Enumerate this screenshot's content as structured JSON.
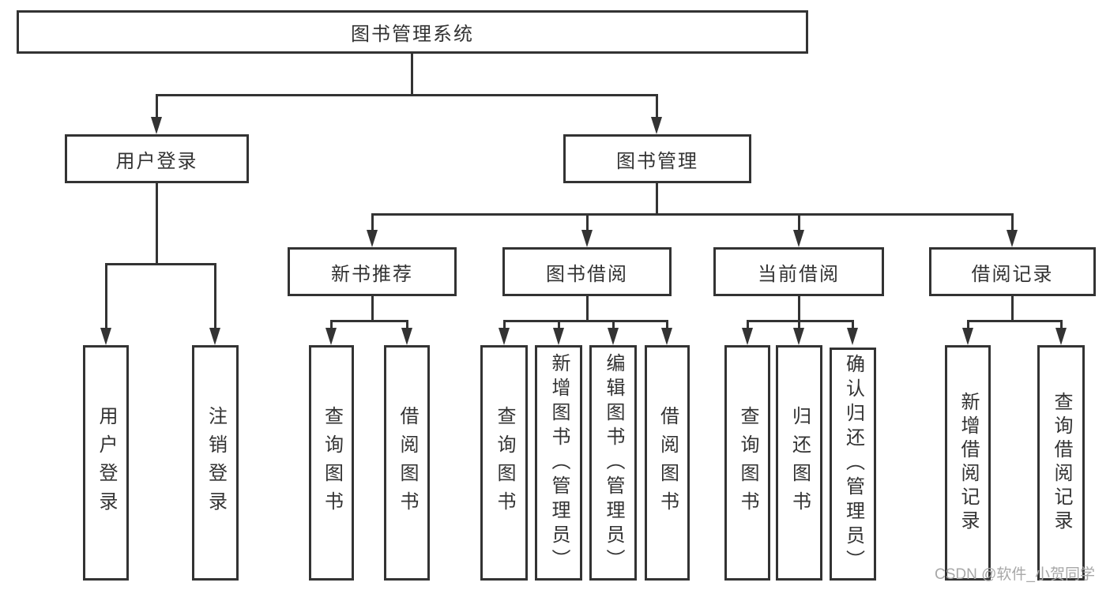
{
  "diagram": {
    "title": "图书管理系统",
    "level2": [
      {
        "id": "user-login",
        "label": "用户登录"
      },
      {
        "id": "book-management",
        "label": "图书管理"
      }
    ],
    "level3": [
      {
        "id": "new-book-recommend",
        "label": "新书推荐"
      },
      {
        "id": "book-borrow",
        "label": "图书借阅"
      },
      {
        "id": "current-borrow",
        "label": "当前借阅"
      },
      {
        "id": "borrow-records",
        "label": "借阅记录"
      }
    ],
    "level4": {
      "user_login": [
        {
          "label": "用户登录"
        },
        {
          "label": "注销登录"
        }
      ],
      "new_book_recommend": [
        {
          "label": "查询图书"
        },
        {
          "label": "借阅图书"
        }
      ],
      "book_borrow": [
        {
          "label": "查询图书"
        },
        {
          "label": "新增图书（管理员）"
        },
        {
          "label": "编辑图书（管理员）"
        },
        {
          "label": "借阅图书"
        }
      ],
      "current_borrow": [
        {
          "label": "查询图书"
        },
        {
          "label": "归还图书"
        },
        {
          "label": "确认归还（管理员）"
        }
      ],
      "borrow_records": [
        {
          "label": "新增借阅记录"
        },
        {
          "label": "查询借阅记录"
        }
      ]
    },
    "watermark": "CSDN @软件_小贺同学",
    "colors": {
      "line": "#333333",
      "text": "#333333",
      "watermark": "#a8a8a8",
      "background": "#ffffff"
    }
  }
}
